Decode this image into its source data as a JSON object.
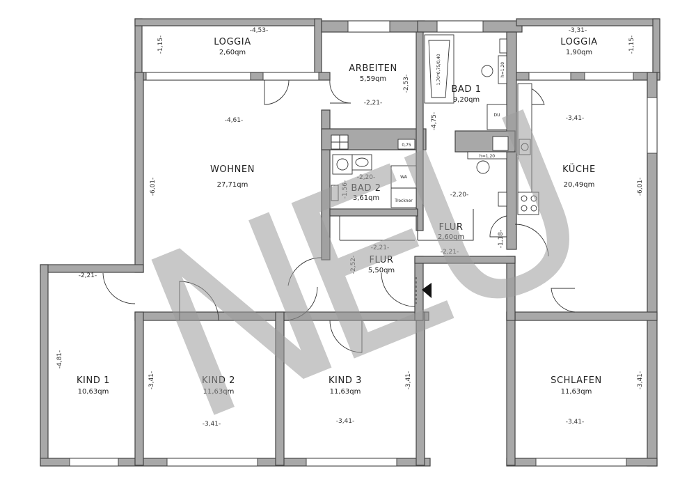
{
  "plan": {
    "watermark": "NEU",
    "rooms": [
      {
        "id": "loggia-left",
        "name": "LOGGIA",
        "area": "2,60qm"
      },
      {
        "id": "arbeiten",
        "name": "ARBEITEN",
        "area": "5,59qm"
      },
      {
        "id": "bad1",
        "name": "BAD 1",
        "area": "9,20qm"
      },
      {
        "id": "loggia-right",
        "name": "LOGGIA",
        "area": "1,90qm"
      },
      {
        "id": "wohnen",
        "name": "WOHNEN",
        "area": "27,71qm"
      },
      {
        "id": "bad2",
        "name": "BAD 2",
        "area": "3,61qm"
      },
      {
        "id": "kueche",
        "name": "KÜCHE",
        "area": "20,49qm"
      },
      {
        "id": "flur-small",
        "name": "FLUR",
        "area": "2,60qm"
      },
      {
        "id": "flur-main",
        "name": "FLUR",
        "area": "5,50qm"
      },
      {
        "id": "kind1",
        "name": "KIND 1",
        "area": "10,63qm"
      },
      {
        "id": "kind2",
        "name": "KIND 2",
        "area": "11,63qm"
      },
      {
        "id": "kind3",
        "name": "KIND 3",
        "area": "11,63qm"
      },
      {
        "id": "schlafen",
        "name": "SCHLAFEN",
        "area": "11,63qm"
      }
    ],
    "dimensions": {
      "loggia_left_w": "-4,53-",
      "loggia_left_d": "-1,15-",
      "loggia_right_w": "-3,31-",
      "loggia_right_d": "-1,15-",
      "arbeiten_w": "-2,21-",
      "arbeiten_d": "-2,53-",
      "bad1_d": "-4,75-",
      "wohnen_w": "-4,61-",
      "wohnen_d": "-6,01-",
      "bad2_w": "-2,20-",
      "bad2_d": "-1,56-",
      "bad_lower_w": "-2,20-",
      "kueche_w": "-3,41-",
      "kueche_d": "-6,01-",
      "flur_small_d": "-1,18-",
      "flur_small_w": "-2,21-",
      "flur_main_w": "-2,21-",
      "flur_main_d": "-2,52-",
      "kind1_w": "-2,21-",
      "kind1_d": "-4,81-",
      "kind2_d": "-3,41-",
      "kind2_w": "-3,41-",
      "kind3_d": "-3,41-",
      "kind3_w": "-3,41-",
      "schlafen_d": "-3,41-",
      "schlafen_w": "-3,41-"
    },
    "fixtures": {
      "bathtub": "1,70*0,75/0,40",
      "h120_a": "h=1,20",
      "h120_b": "h=1,20",
      "du": "DU",
      "wa": "WA",
      "trockner": "Trockner",
      "small_075": "0,75"
    }
  }
}
